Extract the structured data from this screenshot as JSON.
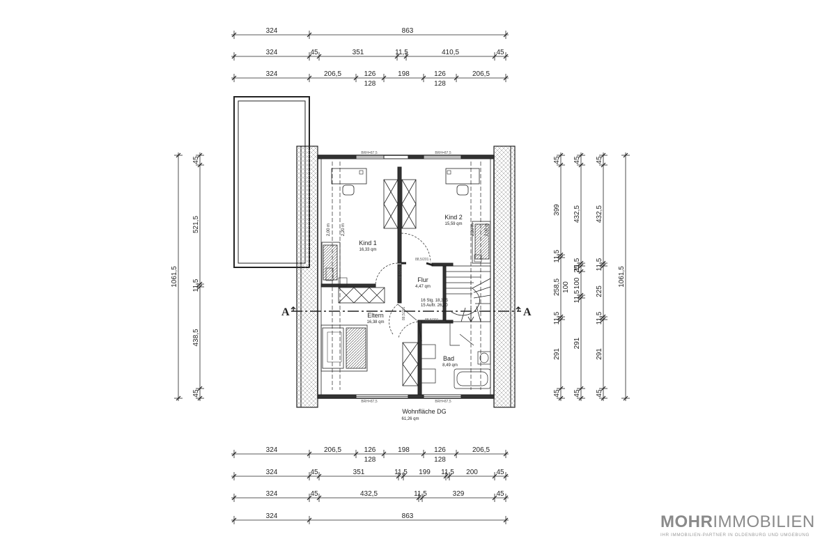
{
  "dims": {
    "top": [
      [
        "324",
        "863"
      ],
      [
        "324",
        "45",
        "351",
        "11,5",
        "410,5",
        "45"
      ],
      [
        "324",
        "206,5",
        "126",
        "198",
        "126",
        "206,5"
      ]
    ],
    "top_sub": [
      "128",
      "128"
    ],
    "bottom": [
      [
        "324",
        "206,5",
        "126",
        "198",
        "126",
        "206,5"
      ],
      [
        "324",
        "45",
        "351",
        "11,5",
        "199",
        "11,5",
        "200",
        "45"
      ],
      [
        "324",
        "45",
        "432,5",
        "11,5",
        "329",
        "45"
      ],
      [
        "324",
        "863"
      ]
    ],
    "bottom_sub": [
      "128",
      "128"
    ],
    "left_outer": [
      "1061,5"
    ],
    "left_inner": [
      "45",
      "521,5",
      "11,5",
      "438,5",
      "45"
    ],
    "right_1": [
      "45",
      "399",
      "11,5",
      "258,5",
      "11,5",
      "291",
      "45"
    ],
    "right_2": [
      "45",
      "432,5",
      "11,5",
      "25",
      "100",
      "11,5",
      "291",
      "45"
    ],
    "right_3": [
      "45",
      "432,5",
      "11,5",
      "225",
      "11,5",
      "291",
      "45"
    ],
    "right_1_sub": [
      "100"
    ],
    "right_outer": [
      "1061,5"
    ]
  },
  "rooms": [
    {
      "name": "Kind 1",
      "area": "16,33 qm"
    },
    {
      "name": "Kind 2",
      "area": "15,59 qm"
    },
    {
      "name": "Flur",
      "area": "4,47 qm"
    },
    {
      "name": "Eltern",
      "area": "16,38 qm"
    },
    {
      "name": "Bad",
      "area": "8,49 qm"
    }
  ],
  "stairs": [
    "16 Stg. 18,375",
    "15 Auftr. 26,00"
  ],
  "heights": [
    "2,00 m",
    "2,20 m",
    "2,20 m",
    "2,00 m"
  ],
  "brh": [
    "BRH=87,5",
    "BRH=87,5",
    "BRH=87,5",
    "BRH=87,5"
  ],
  "doors": [
    "88,5/201",
    "88,5/201",
    "88,5/201",
    "88,5/201"
  ],
  "section_label": "A",
  "footer": {
    "title": "Wohnfläche DG",
    "area": "61,26 qm"
  },
  "logo": {
    "brand_bold": "MOHR",
    "brand_light": "IMMOBILIEN",
    "tagline": "IHR IMMOBILIEN-PARTNER IN OLDENBURG UND UMGEBUNG"
  }
}
